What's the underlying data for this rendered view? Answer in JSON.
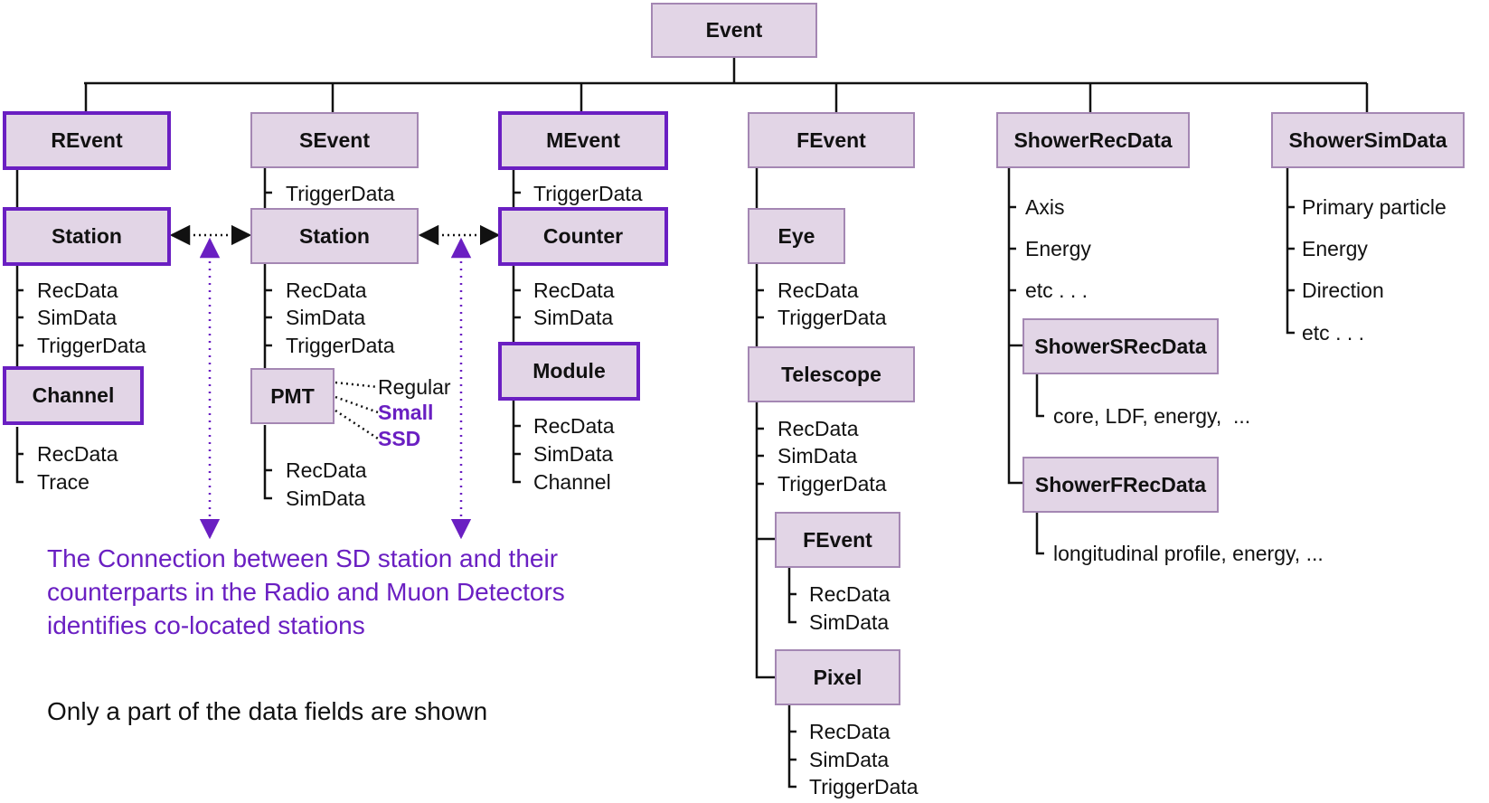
{
  "colors": {
    "box_fill": "#e2d5e6",
    "box_border": "#a487b3",
    "highlight_border": "#6a1fc2",
    "accent_text": "#6a1fc2",
    "line": "#111111"
  },
  "nodes": {
    "event": "Event",
    "revent": "REvent",
    "sevent": "SEvent",
    "mevent": "MEvent",
    "fevent": "FEvent",
    "shower_rec": "ShowerRecData",
    "shower_sim": "ShowerSimData",
    "station_r": "Station",
    "station_s": "Station",
    "counter": "Counter",
    "channel": "Channel",
    "pmt": "PMT",
    "module": "Module",
    "eye": "Eye",
    "telescope": "Telescope",
    "fevent_sub": "FEvent",
    "pixel": "Pixel",
    "shower_srec": "ShowerSRecData",
    "shower_frec": "ShowerFRecData"
  },
  "fields": {
    "sevent_trigger": "TriggerData",
    "mevent_trigger": "TriggerData",
    "station_r": [
      "RecData",
      "SimData",
      "TriggerData"
    ],
    "station_s": [
      "RecData",
      "SimData",
      "TriggerData"
    ],
    "counter": [
      "RecData",
      "SimData"
    ],
    "channel": [
      "RecData",
      "Trace"
    ],
    "pmt": [
      "RecData",
      "SimData"
    ],
    "pmt_types": [
      "Regular",
      "Small",
      "SSD"
    ],
    "module": [
      "RecData",
      "SimData",
      "Channel"
    ],
    "eye": [
      "RecData",
      "TriggerData"
    ],
    "telescope": [
      "RecData",
      "SimData",
      "TriggerData"
    ],
    "fevent_sub": [
      "RecData",
      "SimData"
    ],
    "pixel": [
      "RecData",
      "SimData",
      "TriggerData"
    ],
    "shower_rec": [
      "Axis",
      "Energy",
      "etc . . ."
    ],
    "shower_sim": [
      "Primary particle",
      "Energy",
      "Direction",
      "etc . . ."
    ],
    "shower_srec_detail": "core, LDF, energy,  ...",
    "shower_frec_detail": "longitudinal profile, energy, ..."
  },
  "note": {
    "line1": "The Connection between SD station and their",
    "line2": "counterparts in the Radio and Muon Detectors",
    "line3": "identifies co-located stations"
  },
  "footnote": "Only a part of the data fields are shown"
}
